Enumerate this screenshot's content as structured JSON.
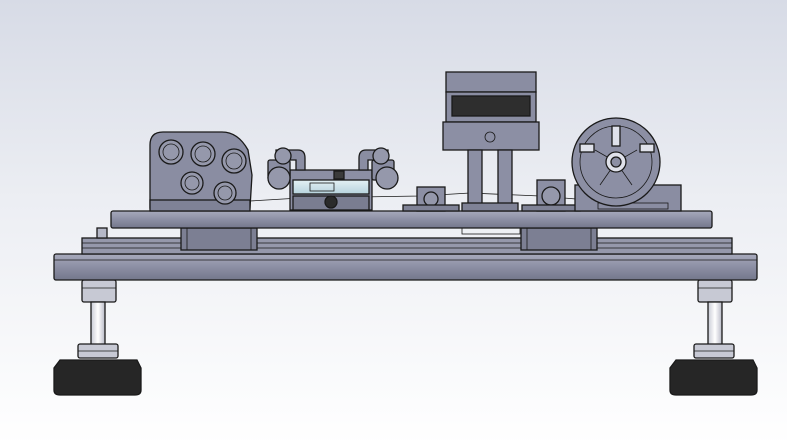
{
  "viewport": {
    "background_top": "#d7dbe6",
    "background_bottom": "#ffffff",
    "labels_visible": false
  },
  "model": {
    "view": "front",
    "colors": {
      "metal": "#8c8fa4",
      "metal_light": "#a5a8ba",
      "metal_dark": "#6f7286",
      "glass": "#cfe3ea",
      "foot_pad": "#262626",
      "edge": "#1a1a1a"
    },
    "components": [
      "leveling-foot-left",
      "leveling-foot-right",
      "base-plate",
      "linear-rail",
      "slider-block-left",
      "slider-block-right",
      "top-plate",
      "roller-assembly",
      "pneumatic-clamp",
      "motor-housing",
      "cable-reel"
    ]
  }
}
